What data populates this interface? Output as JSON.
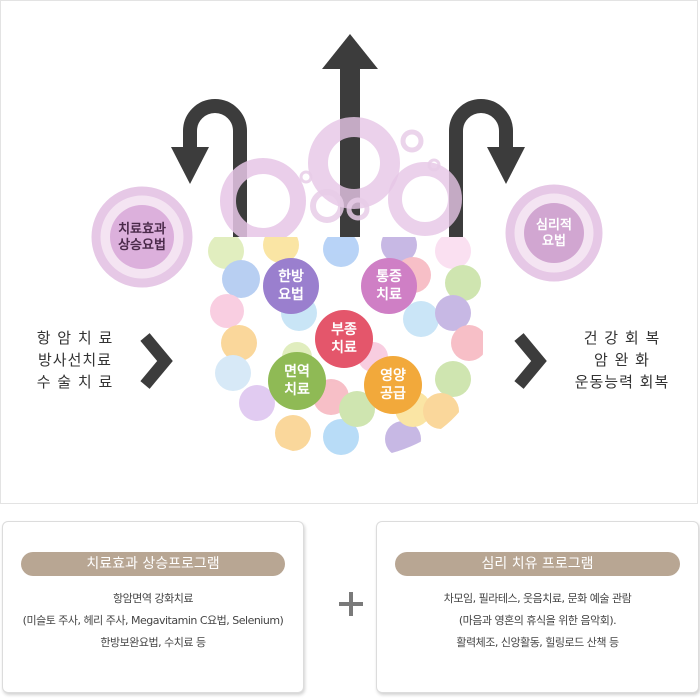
{
  "circles": {
    "left_bubble": "치료효과\n상승요법",
    "right_bubble": "심리적\n요법",
    "herbal": "한방\n요법",
    "pain": "통증\n치료",
    "edema": "부종\n치료",
    "immunity": "면역\n치료",
    "nutrition": "영양\n공급"
  },
  "left_side": {
    "lines": [
      "항 암 치 료",
      "방사선치료",
      "수 술 치 료"
    ]
  },
  "right_side": {
    "lines": [
      "건 강 회 복",
      "암 완 화",
      "운동능력 회복"
    ]
  },
  "colors": {
    "arrow_dark": "#3c3c3c",
    "bubble_pink": "#dcb0dc",
    "chip_brown": "#b8a693",
    "herbal": "#9a7fce",
    "pain": "#cf7fc5",
    "edema": "#e4566b",
    "immunity": "#8fba55",
    "nutrition": "#f2a93b"
  },
  "card_left": {
    "title": "치료효과 상승프로그램",
    "lines": [
      "항암면역 강화치료",
      "(미슬토 주사, 헤리 주사, Megavitamin C요법, Selenium)",
      "한방보완요법, 수치료 등"
    ]
  },
  "card_right": {
    "title": "심리 치유 프로그램",
    "lines": [
      "차모임, 필라테스, 웃음치료, 문화 예술 관람",
      "(마음과 영혼의 휴식을 위한 음악회).",
      "활력체조, 신앙활동, 힐링로드 산책 등"
    ]
  },
  "plus_icon": "plus-icon"
}
